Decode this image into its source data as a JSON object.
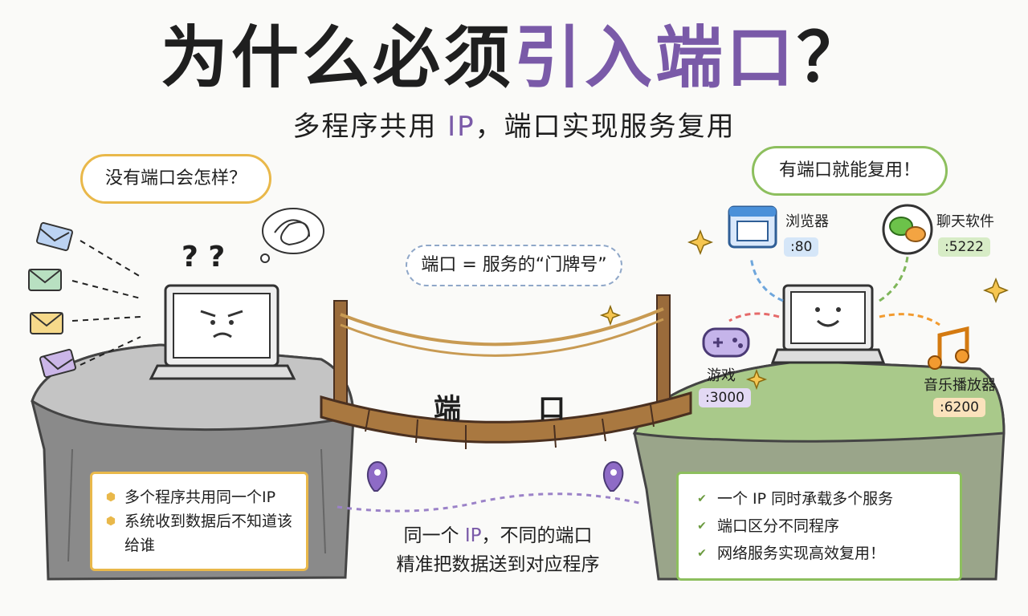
{
  "title": {
    "part1": "为什么必须",
    "part2": "引入端口",
    "part3": "？"
  },
  "subtitle": {
    "part1": "多程序共用 ",
    "part2": "IP",
    "part3": "，端口实现服务复用"
  },
  "left_bubble": "没有端口会怎样？",
  "right_bubble": "有端口就能复用！",
  "question_marks": "? ?",
  "center_bubble": "端口 = 服务的“门牌号”",
  "bridge_label": {
    "char1": "端",
    "char2": "口"
  },
  "apps": [
    {
      "name": "浏览器",
      "port": ":80"
    },
    {
      "name": "聊天软件",
      "port": ":5222"
    },
    {
      "name": "游戏",
      "port": ":3000"
    },
    {
      "name": "音乐播放器",
      "port": ":6200"
    }
  ],
  "left_panel": [
    "多个程序共用同一个IP",
    "系统收到数据后不知道该给谁"
  ],
  "right_panel": [
    "一个 IP 同时承载多个服务",
    "端口区分不同程序",
    "网络服务实现高效复用！"
  ],
  "center_text": {
    "line1_a": "同一个 ",
    "line1_b": "IP",
    "line1_c": "，不同的端口",
    "line2": "精准把数据送到对应程序"
  },
  "colors": {
    "accent_purple": "#7a5aa8",
    "yellow": "#e9b84a",
    "green": "#8dbf5e",
    "blue": "#4a90d9",
    "orange": "#f29b30"
  }
}
